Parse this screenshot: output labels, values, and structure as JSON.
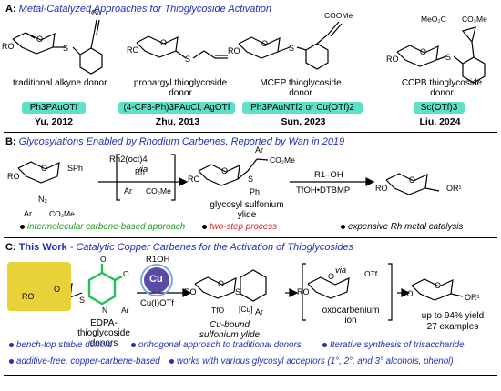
{
  "section_a": {
    "letter": "A:",
    "title": "Metal-Catalyzed Approaches for Thioglycoside Activation",
    "donors": [
      {
        "label": "traditional alkyne donor",
        "conditions": "Ph3PAuOTf",
        "author": "Yu, 2012",
        "substituent": "nBu"
      },
      {
        "label": "propargyl thioglycoside donor",
        "conditions": "(4-CF3-Ph)3PAuCl, AgOTf",
        "author": "Zhu, 2013"
      },
      {
        "label": "MCEP thioglycoside donor",
        "conditions": "Ph3PAuNTf2 or Cu(OTf)2",
        "author": "Sun, 2023",
        "substituent": "COOMe"
      },
      {
        "label": "CCPB thioglycoside donor",
        "conditions": "Sc(OTf)3",
        "author": "Liu, 2024",
        "substituent": "MeO2C  CO2Me"
      }
    ]
  },
  "section_b": {
    "letter": "B:",
    "title": "Glycosylations Enabled by Rhodium Carbenes, Reported by Wan in 2019",
    "catalyst": "Rh2(oct)4",
    "via": "via",
    "intermediate_label": "glycosyl sulfonium ylide",
    "reagent_top": "R1–OH",
    "reagent_bottom": "TfOH•DTBMP",
    "note_green": "intermolecular carbene-based approach",
    "note_red": "two-step process",
    "note_black": "expensive Rh metal catalysis",
    "sph": "SPh",
    "ro": "RO",
    "or1": "OR1"
  },
  "section_c": {
    "letter": "C:",
    "title_bold": "This Work",
    "title_rest": " - Catalytic Copper Carbenes for the Activation of Thioglycosides",
    "donor_label": "EDPA-thioglycoside donors",
    "cu_top": "R1OH",
    "cu_center": "Cu",
    "cu_bottom": "Cu(I)OTf",
    "ylide_label": "Cu-bound sulfonium ylide",
    "via": "via",
    "oxocarbenium_label": "oxocarbenium ion",
    "yield_line1": "up to 94% yield",
    "yield_line2": "27 examples",
    "features": [
      "bench-top stable donors",
      "orthogonal approach to traditional donors",
      "Iterative synthesis of trisaccharide",
      "additive-free, copper-carbene-based",
      "works with various glycosyl acceptors (1°, 2°, and 3° alcohols, phenol)"
    ]
  },
  "colors": {
    "heading": "#1f2fb5",
    "condition_box": "#5de0c8",
    "green": "#1a9a1a",
    "red": "#d8231e",
    "edpa_green": "#22c15a",
    "cu_purple": "#5b4aa8"
  }
}
